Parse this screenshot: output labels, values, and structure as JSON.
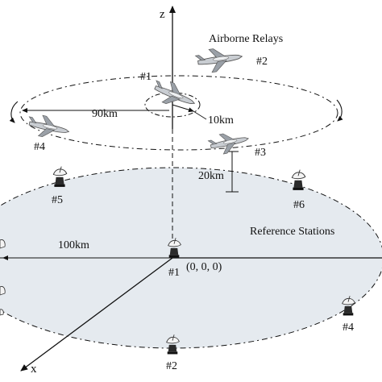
{
  "axes": {
    "z_label": "z",
    "x_label": "x",
    "origin_label": "(0, 0, 0)"
  },
  "relays": {
    "title": "Airborne Relays",
    "items": [
      {
        "label": "#1"
      },
      {
        "label": "#2"
      },
      {
        "label": "#3"
      },
      {
        "label": "#4"
      }
    ],
    "orbit_diameter": "90km",
    "turn_radius": "10km",
    "altitude": "20km"
  },
  "stations": {
    "title": "Reference Stations",
    "radius": "100km",
    "items": [
      {
        "label": "#1"
      },
      {
        "label": "#2"
      },
      {
        "label": "#4"
      },
      {
        "label": "#5"
      },
      {
        "label": "#6"
      }
    ]
  },
  "colors": {
    "ground_fill": "#e5eaef",
    "line": "#111111"
  }
}
